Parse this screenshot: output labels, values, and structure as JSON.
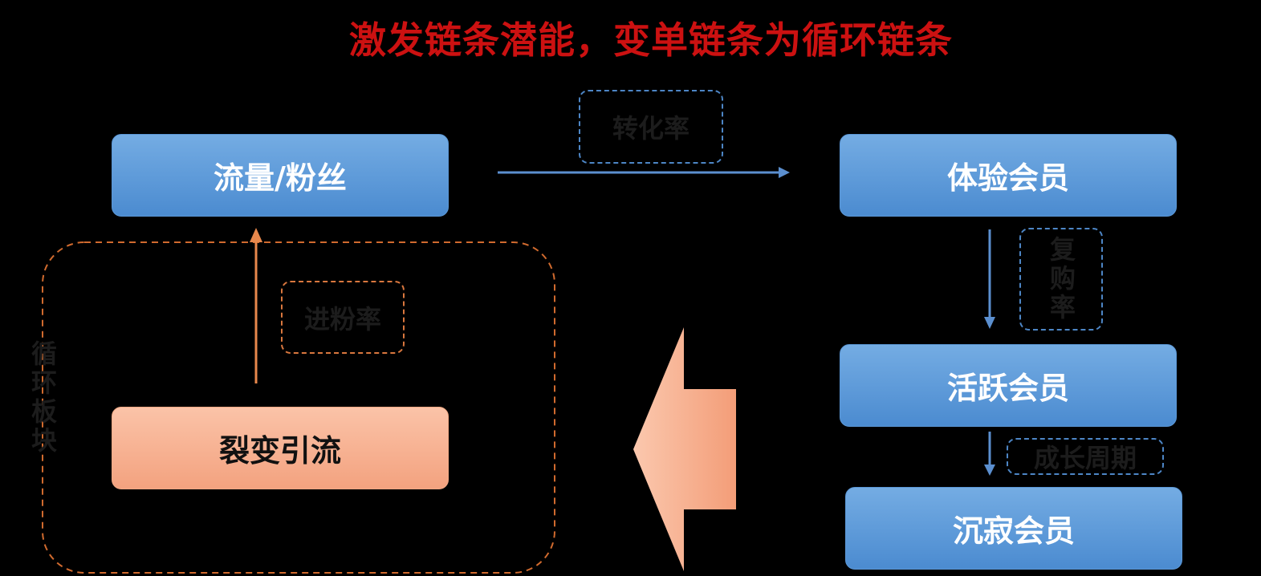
{
  "title": "激发链条潜能，变单链条为循环链条",
  "nodes": {
    "traffic": "流量/粉丝",
    "trial_member": "体验会员",
    "active_member": "活跃会员",
    "dormant_member": "沉寂会员",
    "fission": "裂变引流"
  },
  "edge_labels": {
    "conversion_rate": "转化率",
    "repurchase_rate": "复购率",
    "growth_cycle": "成长周期",
    "follower_rate": "进粉率"
  },
  "region_label": "循环板块",
  "colors": {
    "title": "#cc1111",
    "blue_box": "#5b97d6",
    "orange_box": "#f4a582",
    "blue_arrow": "#5b8fcf",
    "orange_arrow": "#e8884c",
    "label_text": "#1c1c1c"
  }
}
